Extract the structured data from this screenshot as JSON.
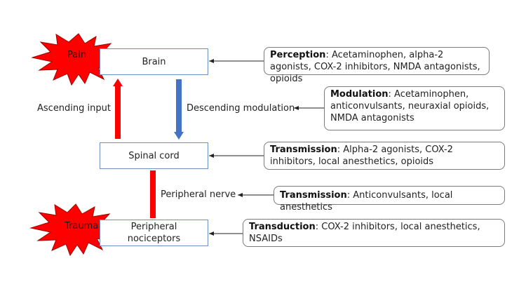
{
  "colors": {
    "ascending": "#ff0000",
    "descending": "#4472c4",
    "burst": "#ff0000",
    "node_border": "#6f8fc2",
    "info_border": "#7a7a7a"
  },
  "bursts": {
    "pain": "Pain",
    "trauma": "Trauma"
  },
  "nodes": {
    "brain": "Brain",
    "spinal_cord": "Spinal cord",
    "peripheral_nociceptors": "Peripheral nociceptors"
  },
  "labels": {
    "ascending": "Ascending input",
    "descending": "Descending modulation",
    "peripheral_nerve": "Peripheral nerve"
  },
  "info_boxes": {
    "perception": {
      "title": "Perception",
      "text": ": Acetaminophen, alpha-2 agonists, COX-2 inhibitors, NMDA antagonists, opioids"
    },
    "modulation": {
      "title": "Modulation",
      "text": ": Acetaminophen, anticonvulsants, neuraxial opioids, NMDA antagonists"
    },
    "transmission_spinal": {
      "title": "Transmission",
      "text": ": Alpha-2 agonists, COX-2 inhibitors, local anesthetics, opioids"
    },
    "transmission_nerve": {
      "title": "Transmission",
      "text": ": Anticonvulsants, local anesthetics"
    },
    "transduction": {
      "title": "Transduction",
      "text": ": COX-2 inhibitors, local anesthetics, NSAIDs"
    }
  }
}
